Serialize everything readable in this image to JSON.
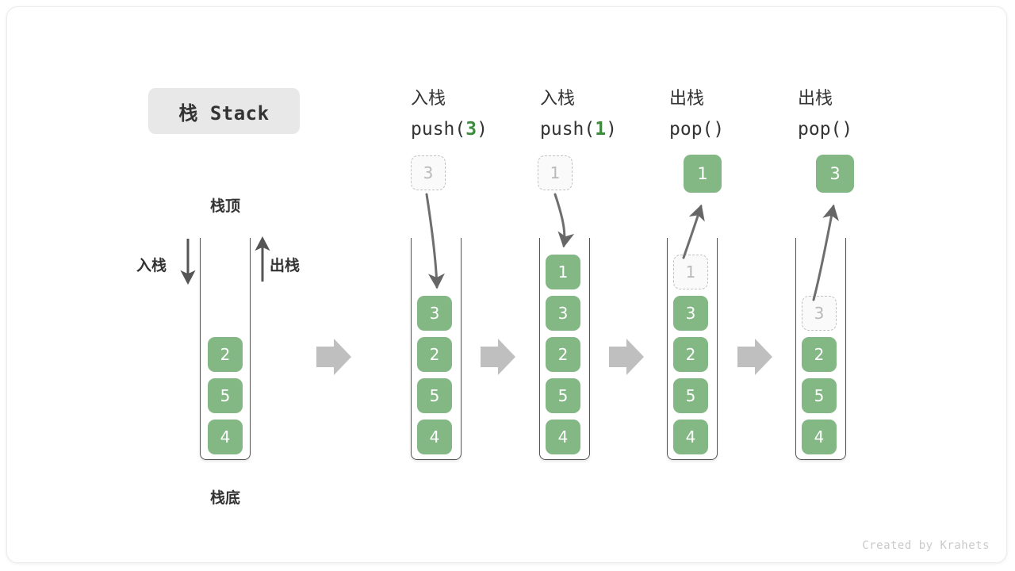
{
  "title_badge": {
    "text": "栈 Stack"
  },
  "labels": {
    "top": "栈顶",
    "bottom": "栈底",
    "push": "入栈",
    "pop": "出栈"
  },
  "colors": {
    "cell_fill": "#83b884",
    "cell_text": "#ffffff",
    "ghost_fill": "#fafafa",
    "ghost_text": "#b9b9b9",
    "ghost_border": "#c2c2c2",
    "accent_green": "#3d8b3d",
    "arrow_gray": "#666666",
    "block_arrow": "#bfbfbf",
    "badge_bg": "#e8e8e8",
    "text": "#333333"
  },
  "columns": [
    {
      "id": "initial",
      "header_cn": "",
      "header_code": "",
      "stack": [
        "2",
        "5",
        "4"
      ],
      "ghost_index": -1,
      "floating": null
    },
    {
      "id": "push-3",
      "header_cn": "入栈",
      "header_code_prefix": "push(",
      "header_code_num": "3",
      "header_code_suffix": ")",
      "stack": [
        "3",
        "2",
        "5",
        "4"
      ],
      "ghost_index": -1,
      "floating": {
        "value": "3",
        "kind": "ghost"
      }
    },
    {
      "id": "push-1",
      "header_cn": "入栈",
      "header_code_prefix": "push(",
      "header_code_num": "1",
      "header_code_suffix": ")",
      "stack": [
        "1",
        "3",
        "2",
        "5",
        "4"
      ],
      "ghost_index": -1,
      "floating": {
        "value": "1",
        "kind": "ghost"
      }
    },
    {
      "id": "pop-1",
      "header_cn": "出栈",
      "header_code_prefix": "pop(",
      "header_code_num": "",
      "header_code_suffix": ")",
      "stack": [
        "1",
        "3",
        "2",
        "5",
        "4"
      ],
      "ghost_index": 0,
      "floating": {
        "value": "1",
        "kind": "popped"
      }
    },
    {
      "id": "pop-3",
      "header_cn": "出栈",
      "header_code_prefix": "pop(",
      "header_code_num": "",
      "header_code_suffix": ")",
      "stack": [
        "3",
        "2",
        "5",
        "4"
      ],
      "ghost_index": 0,
      "floating": {
        "value": "3",
        "kind": "popped"
      }
    }
  ],
  "cells": {
    "c0_0": "2",
    "c0_1": "5",
    "c0_2": "4",
    "c1_0": "3",
    "c1_1": "2",
    "c1_2": "5",
    "c1_3": "4",
    "c2_0": "1",
    "c2_1": "3",
    "c2_2": "2",
    "c2_3": "5",
    "c2_4": "4",
    "c3_0": "1",
    "c3_1": "3",
    "c3_2": "2",
    "c3_3": "5",
    "c3_4": "4",
    "c4_0": "3",
    "c4_1": "2",
    "c4_2": "5",
    "c4_3": "4",
    "f1": "3",
    "f2": "1",
    "f3": "1",
    "f4": "3"
  },
  "headers": {
    "h1_cn": "入栈",
    "h1_pre": "push(",
    "h1_num": "3",
    "h1_suf": ")",
    "h2_cn": "入栈",
    "h2_pre": "push(",
    "h2_num": "1",
    "h2_suf": ")",
    "h3_cn": "出栈",
    "h3_pre": "pop(",
    "h3_num": "",
    "h3_suf": ")",
    "h4_cn": "出栈",
    "h4_pre": "pop(",
    "h4_num": "",
    "h4_suf": ")"
  },
  "watermark": "Created by Krahets"
}
